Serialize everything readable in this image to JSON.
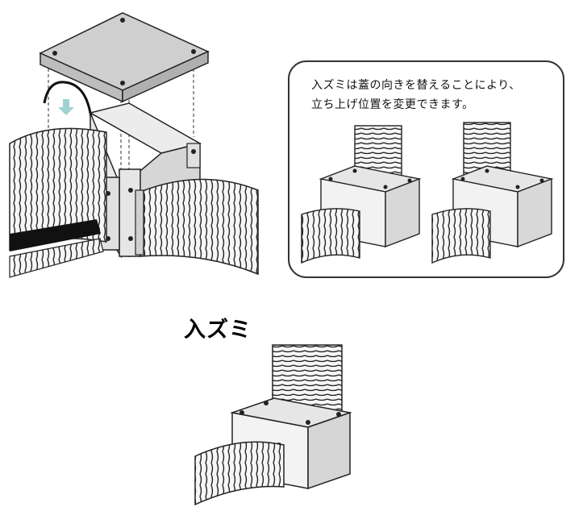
{
  "callout": {
    "line1": "入ズミは蓋の向きを替えることにより、",
    "line2": "立ち上げ位置を変更できます。"
  },
  "label": "入ズミ",
  "colors": {
    "box_face": "#f2f2f2",
    "box_side": "#d6d6d6",
    "lid_top": "#cfcfcf",
    "lid_side": "#b9b9b9",
    "outline": "#222222",
    "arrow": "#9fd2d2",
    "callout_border": "#333333"
  }
}
